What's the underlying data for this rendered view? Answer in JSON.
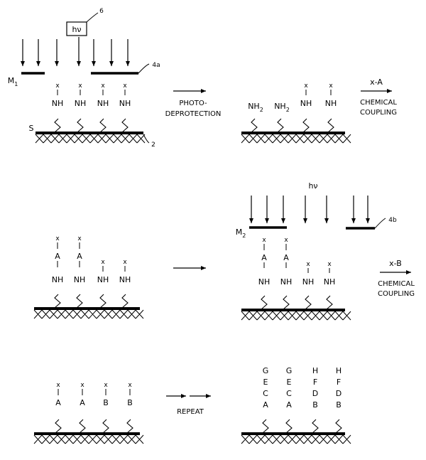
{
  "labels": {
    "hv": "hν",
    "ref_6": "6",
    "ref_4a": "4a",
    "ref_4b": "4b",
    "ref_2": "2",
    "ref_S": "S",
    "mask_1": "M",
    "mask_1_sub": "1",
    "mask_2": "M",
    "mask_2_sub": "2"
  },
  "groups": {
    "x": "x",
    "nh": "NH",
    "nh2": "NH",
    "nh2_sub": "2",
    "a": "A",
    "b": "B",
    "c": "C",
    "d": "D",
    "e": "E",
    "f": "F",
    "g": "G",
    "h": "H"
  },
  "captions": {
    "photo_1": "PHOTO-",
    "photo_2": "DEPROTECTION",
    "reagent_a": "x-A",
    "reagent_b": "x-B",
    "chem_1": "CHEMICAL",
    "chem_2": "COUPLING",
    "repeat": "REPEAT"
  }
}
